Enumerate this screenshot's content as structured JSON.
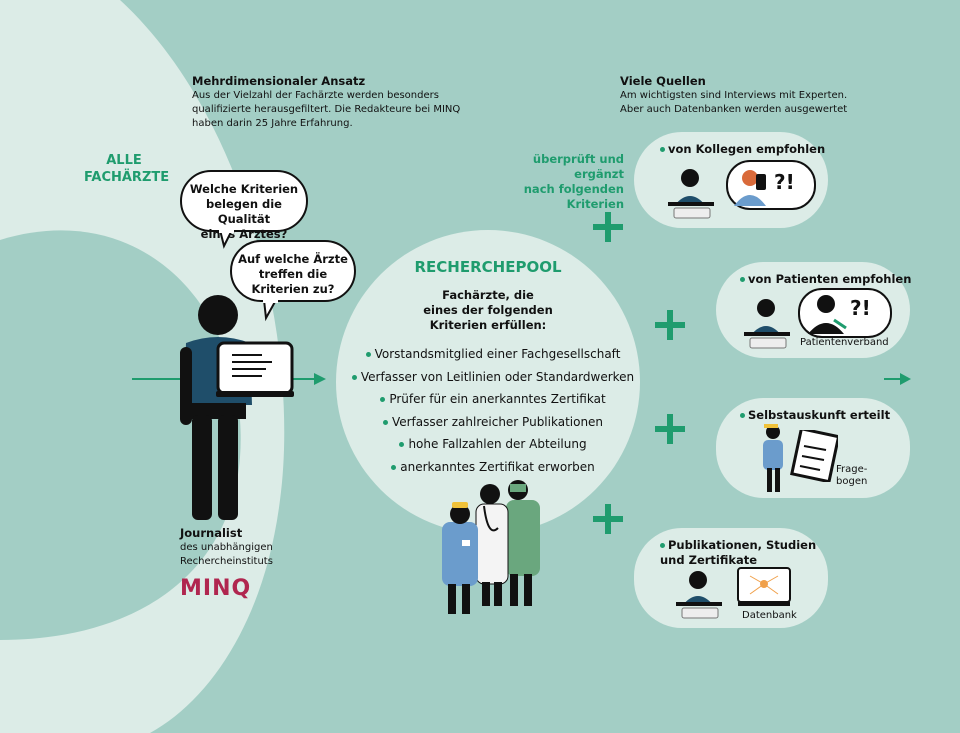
{
  "left_section": {
    "heading_line1": "ALLE",
    "heading_line2": "FACHÄRZTE"
  },
  "approach": {
    "title": "Mehrdimensionaler Ansatz",
    "text_line1": "Aus der Vielzahl der Fachärzte werden besonders",
    "text_line2": "qualifizierte herausgefiltert. Die Redakteure bei MINQ",
    "text_line3": "haben darin 25 Jahre Erfahrung."
  },
  "sources": {
    "title": "Viele Quellen",
    "text_line1": "Am wichtigsten sind Interviews mit Experten.",
    "text_line2": "Aber auch Datenbanken werden ausgewertet"
  },
  "bubbles": {
    "q1_line1": "Welche Kriterien",
    "q1_line2": "belegen die Qualität",
    "q1_line3": "eines Arztes?",
    "q2_line1": "Auf welche Ärzte",
    "q2_line2": "treffen die",
    "q2_line3": "Kriterien zu?"
  },
  "journalist": {
    "title": "Journalist",
    "line1": "des unabhängigen",
    "line2": "Rechercheinstituts",
    "logo": "MINQ"
  },
  "pool": {
    "title": "RECHERCHEPOOL",
    "sub_line1": "Fachärzte, die",
    "sub_line2": "eines der folgenden",
    "sub_line3": "Kriterien erfüllen:",
    "criteria": [
      "Vorstandsmitglied einer Fachgesellschaft",
      "Verfasser von Leitlinien oder Standardwerken",
      "Prüfer für ein anerkanntes Zertifikat",
      "Verfasser zahlreicher Publikationen",
      "hohe Fallzahlen der Abteilung",
      "anerkanntes Zertifikat erworben"
    ]
  },
  "check": {
    "line1": "überprüft und ergänzt",
    "line2": "nach folgenden",
    "line3": "Kriterien"
  },
  "pills": {
    "colleagues": {
      "title": "von Kollegen empfohlen",
      "mark": "?!"
    },
    "patients": {
      "title": "von Patienten empfohlen",
      "mark": "?!",
      "caption": "Patientenverband"
    },
    "self": {
      "title": "Selbstauskunft erteilt",
      "caption_line1": "Frage-",
      "caption_line2": "bogen"
    },
    "pubs": {
      "title_line1": "Publikationen, Studien",
      "title_line2": "und Zertifikate",
      "caption": "Datenbank"
    }
  },
  "colors": {
    "background": "#a3cec5",
    "light": "#dcece7",
    "accent": "#1f9c6e",
    "brand": "#b0264f",
    "shirt": "#1f4e6a"
  }
}
